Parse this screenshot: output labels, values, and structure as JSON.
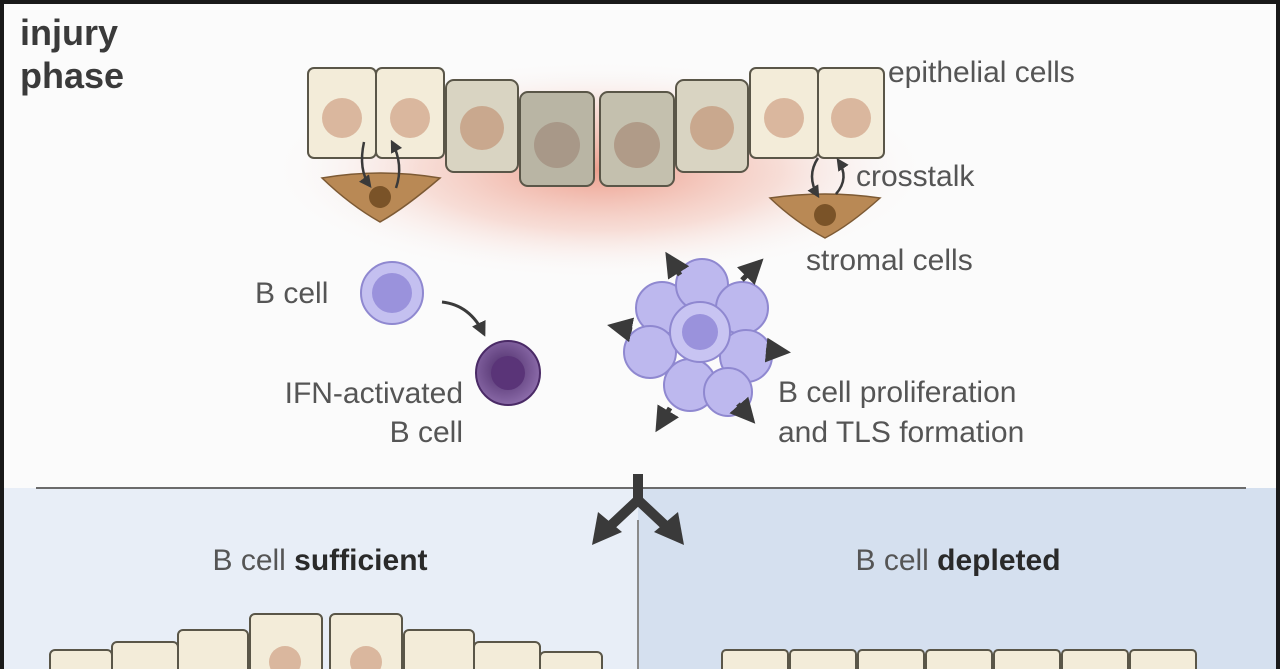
{
  "phase": {
    "line1": "injury",
    "line2": "phase"
  },
  "labels": {
    "epithelial": "epithelial cells",
    "crosstalk": "crosstalk",
    "stromal": "stromal cells",
    "b_cell": "B cell",
    "ifn_line1": "IFN-activated",
    "ifn_line2": "B cell",
    "prolif_line1": "B cell proliferation",
    "prolif_line2": "and TLS formation"
  },
  "panels": {
    "sufficient": {
      "prefix": "B cell ",
      "emph": "sufficient"
    },
    "depleted": {
      "prefix": "B cell ",
      "emph": "depleted"
    }
  },
  "colors": {
    "background": "#fbfbfb",
    "left_panel": "#e8eef7",
    "right_panel": "#d5e0ef",
    "inflammation": "#e8816a",
    "healthy_cell": "#f3ecd9",
    "damaged_cell": "#b9b5a4",
    "nucleus": "#dab79e",
    "stromal": "#b98955",
    "b_cell": "#b7b3ea",
    "ifn_b_cell": "#6d4b8f",
    "arrow": "#3a3a3a"
  }
}
